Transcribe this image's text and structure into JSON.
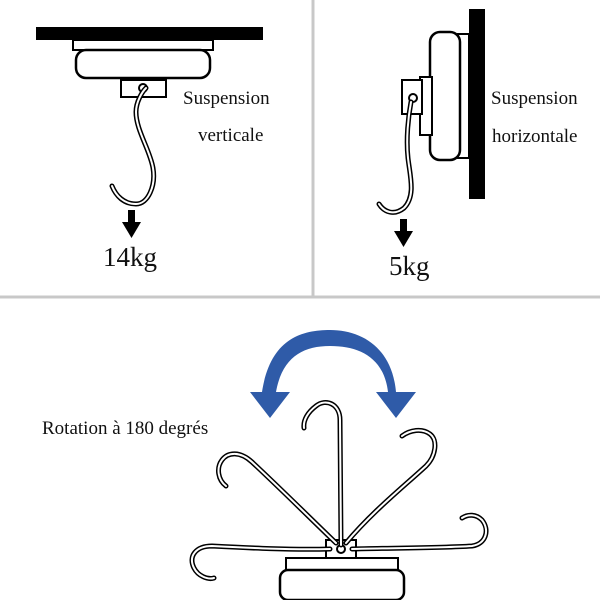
{
  "panels": {
    "vertical": {
      "label_line1": "Suspension",
      "label_line2": "verticale",
      "weight": "14kg"
    },
    "horizontal": {
      "label_line1": "Suspension",
      "label_line2": "horizontale",
      "weight": "5kg"
    },
    "rotation": {
      "label": "Rotation à 180 degrés",
      "arrow_color": "#2f5ba8"
    }
  },
  "icons": [
    "magnet-icon",
    "hook-icon",
    "down-arrow-icon",
    "rotation-arrow-icon"
  ]
}
